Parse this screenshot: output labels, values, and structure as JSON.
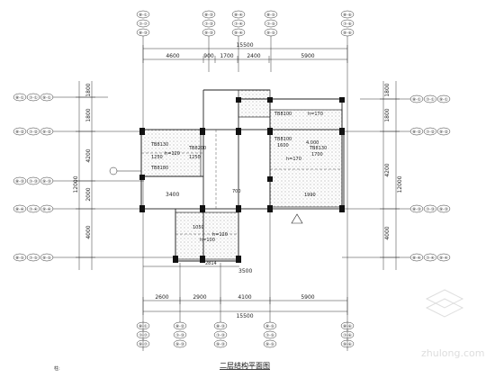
{
  "drawing": {
    "title": "二层结构平面图",
    "corner_label": "柱:"
  },
  "dimensions": {
    "top_total": "15500",
    "top_segments": [
      "4600",
      "900",
      "1700",
      "2400",
      "5900"
    ],
    "bottom_total": "15500",
    "bottom_segments": [
      "2600",
      "2900",
      "4100",
      "5900"
    ],
    "bottom_inner": "3500",
    "left_segments": [
      "1800",
      "1800",
      "4200",
      "2000",
      "4000"
    ],
    "left_total": "12000",
    "right_segments": [
      "1800",
      "1800",
      "4200",
      "4000"
    ],
    "right_total": "12000",
    "room_width": "3400"
  },
  "axis_tags": {
    "top": [
      [
        "⑧-①",
        "⑦-⑦",
        "⑧-③"
      ],
      [
        "⑧-③",
        "⑦-③",
        "⑨-③"
      ],
      [
        "⑧-④",
        "⑦-④",
        "⑨-④"
      ],
      [
        "⑧-⑤",
        "⑦-⑤",
        "⑨-⑤"
      ],
      [
        "⑧-⑥",
        "⑦-⑥",
        "⑨-⑥"
      ]
    ],
    "bottom": [
      [
        "⑧-①",
        "⑦-⑦",
        "⑨-⑦"
      ],
      [
        "⑧-②",
        "⑦-③",
        "⑨-③"
      ],
      [
        "⑧-③",
        "⑦-③",
        "⑨-③"
      ],
      [
        "⑧-⑤",
        "⑦-⑤",
        "⑨-⑤"
      ],
      [
        "⑧-⑥",
        "⑦-⑥",
        "⑨-⑥"
      ]
    ],
    "left": [
      [
        "⑧-①",
        "⑦-①",
        "⑨-①"
      ],
      [
        "⑧-②",
        "⑦-②",
        "⑨-②"
      ],
      [
        "⑧-③",
        "⑦-③",
        "⑨-③"
      ],
      [
        "⑧-④",
        "⑦-④",
        "⑨-④"
      ],
      [
        "⑧-⑤",
        "⑦-⑤",
        "⑨-⑤"
      ]
    ],
    "right": [
      [
        "⑧-①",
        "⑦-①",
        "⑨-①"
      ],
      [
        "⑧-②",
        "⑦-②",
        "⑨-②"
      ],
      [
        "⑧-③",
        "⑦-③",
        "⑨-③"
      ],
      [
        "⑧-④",
        "⑦-④",
        "⑨-④"
      ]
    ]
  },
  "annotations": {
    "slab_h170_a": "h=170",
    "slab_h170_b": "h=170",
    "slab_h120_a": "h=120",
    "slab_h120_b": "h=120",
    "slab_h100": "h=100",
    "beam_tb8100_a": "TB8100",
    "beam_tb8100_b": "TB8100",
    "beam_tb8130_a": "TB8130",
    "beam_tb8130_b": "TB8130",
    "beam_tb8180": "TB8180",
    "beam_tb8200": "TB8200",
    "num_1250_a": "1250",
    "num_1250_b": "1250",
    "num_1600": "1600",
    "num_1700": "1700",
    "num_1050": "1050",
    "num_4000": "4.000",
    "num_700": "700",
    "num_1990": "1990",
    "num_2814": "2814"
  },
  "watermark": "zhulong.com"
}
